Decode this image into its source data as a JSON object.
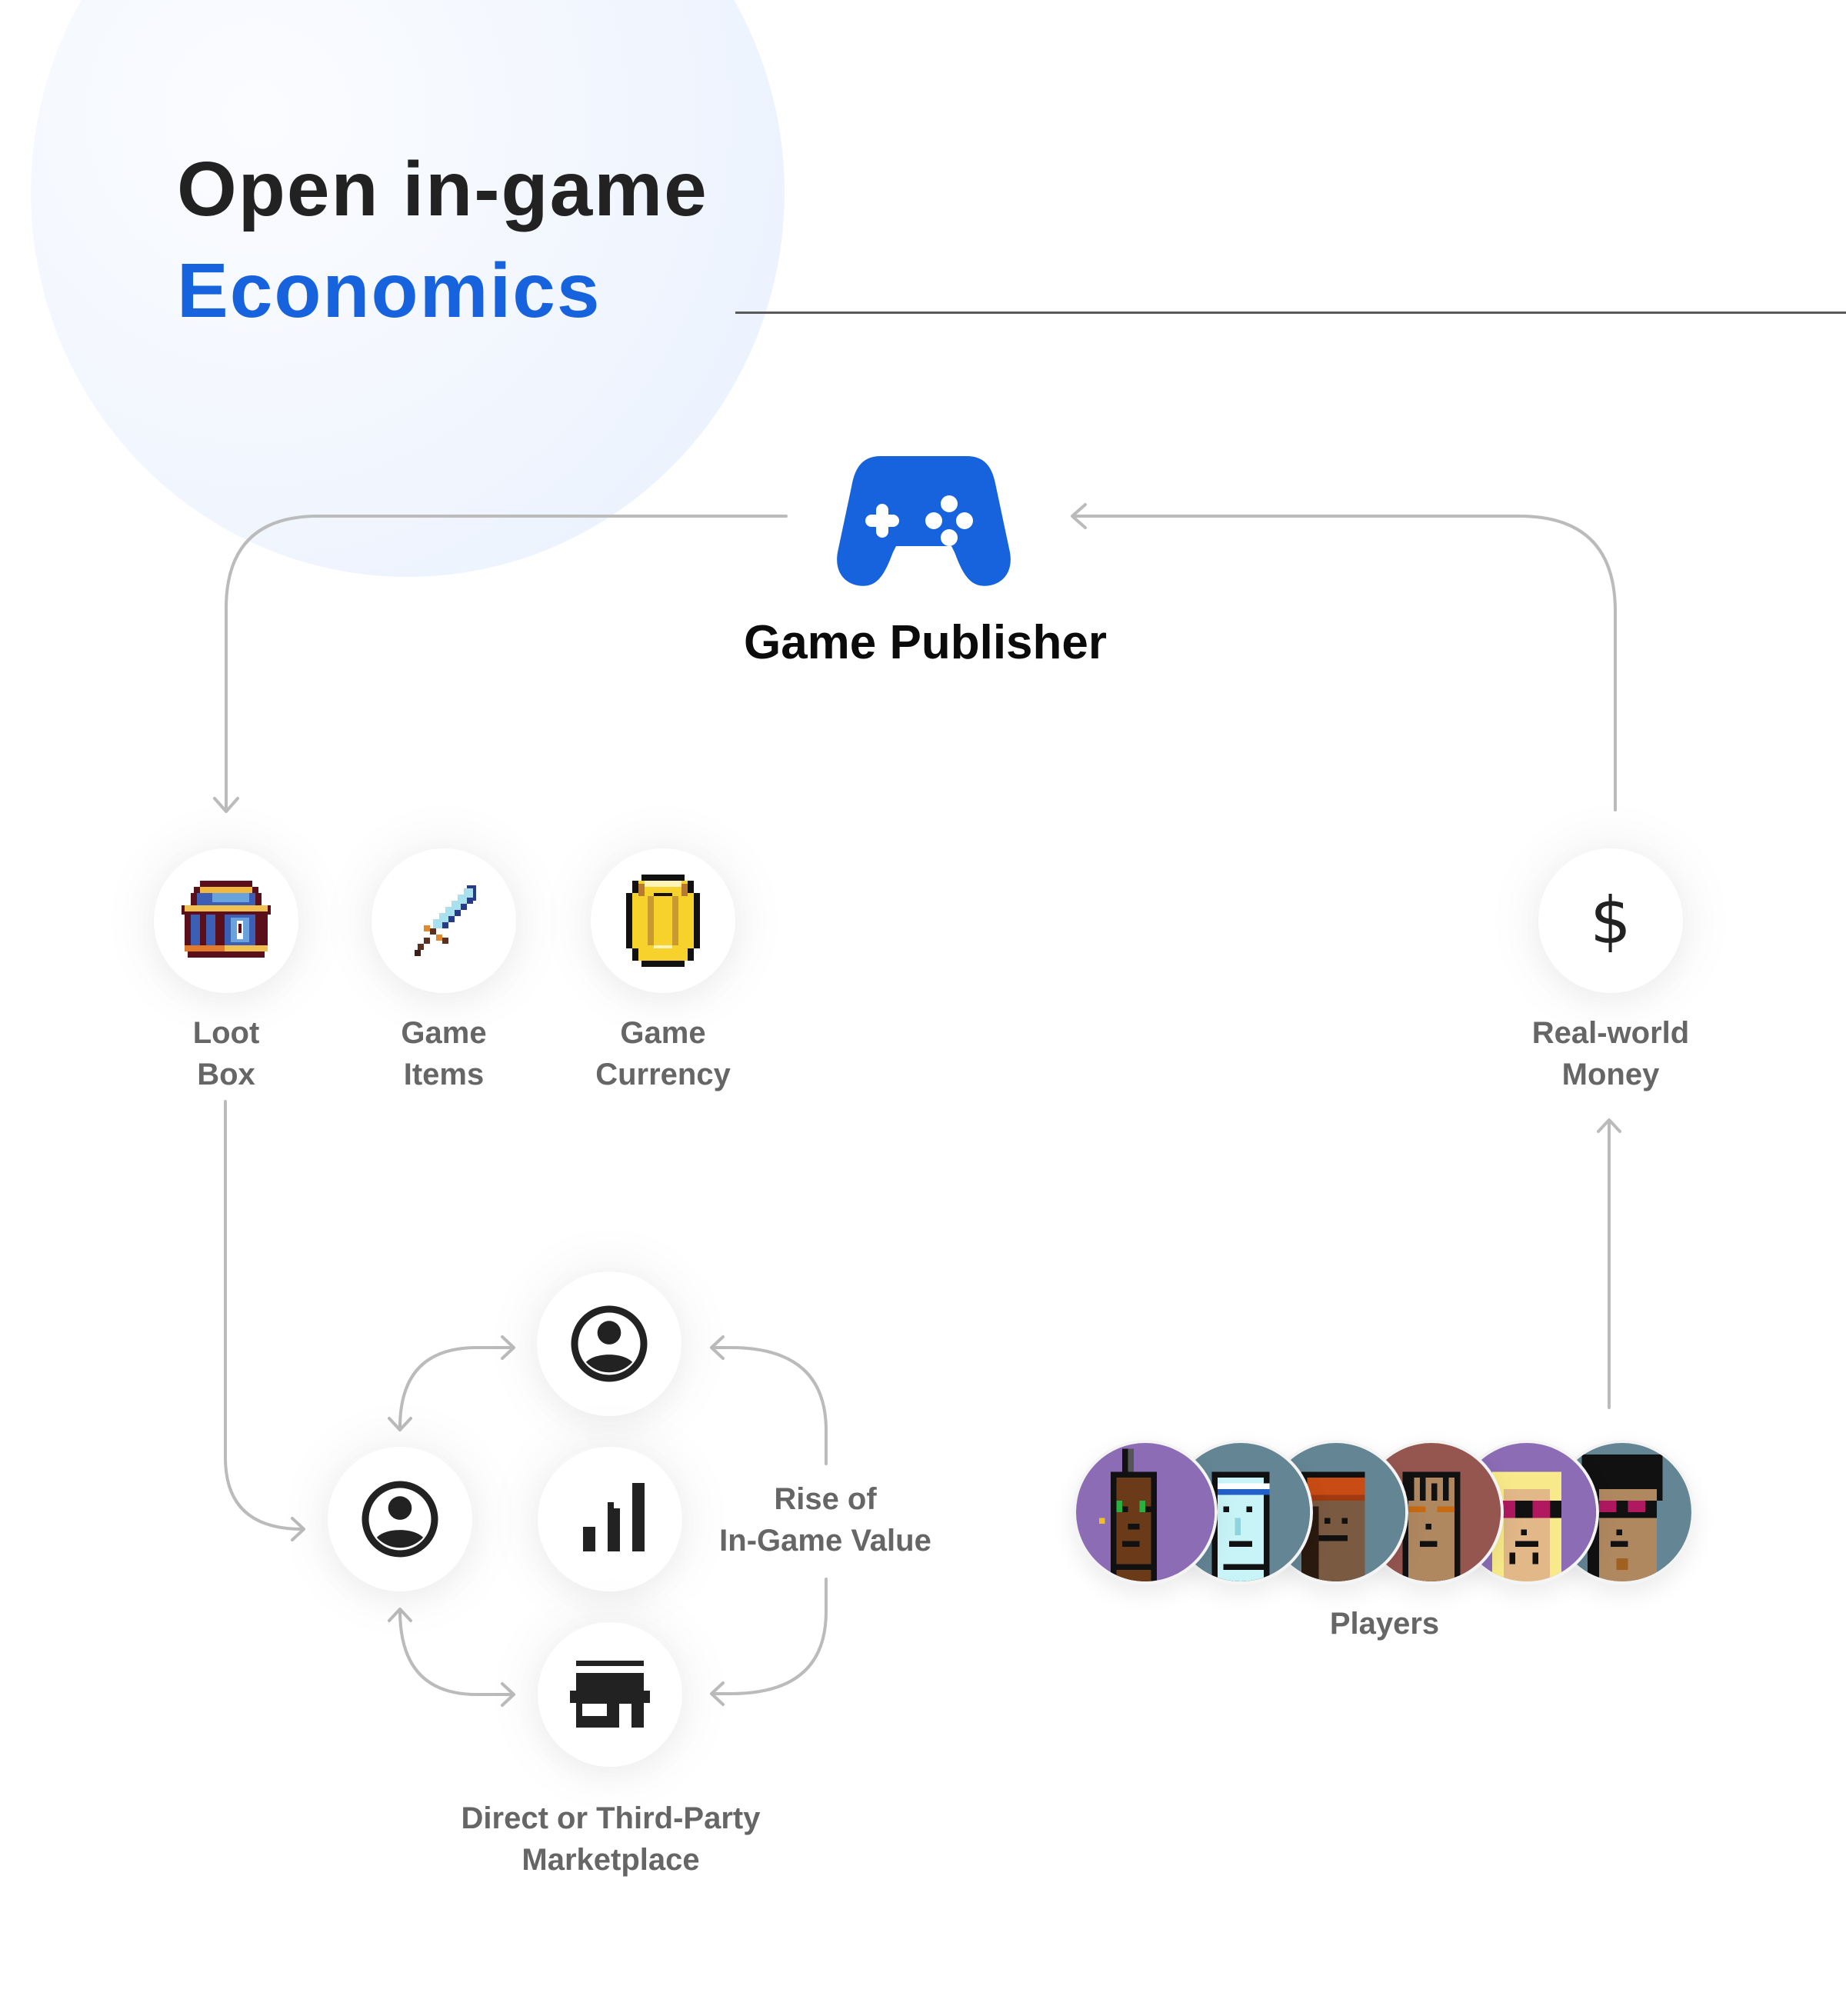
{
  "header": {
    "title_line1": "Open in-game",
    "title_line2": "Economics",
    "accent_color": "#1762dd"
  },
  "publisher": {
    "icon": "gamepad-icon",
    "label": "Game Publisher",
    "color": "#1762dd"
  },
  "assets": [
    {
      "icon": "treasure-chest-icon",
      "line1": "Loot",
      "line2": "Box"
    },
    {
      "icon": "sword-icon",
      "line1": "Game",
      "line2": "Items"
    },
    {
      "icon": "gold-coin-icon",
      "line1": "Game",
      "line2": "Currency"
    }
  ],
  "money": {
    "icon": "dollar-icon",
    "glyph": "$",
    "line1": "Real-world",
    "line2": "Money"
  },
  "trade_loop": {
    "nodes": [
      {
        "icon": "user-circle-icon",
        "role": "player-a"
      },
      {
        "icon": "user-circle-icon",
        "role": "player-b"
      },
      {
        "icon": "bar-chart-icon",
        "role": "value"
      },
      {
        "icon": "storefront-icon",
        "role": "marketplace"
      }
    ],
    "value_label_line1": "Rise of",
    "value_label_line2": "In-Game Value",
    "market_label_line1": "Direct or Third-Party",
    "market_label_line2": "Marketplace"
  },
  "players": {
    "label": "Players",
    "avatars": [
      {
        "bg": "#8b6cb5"
      },
      {
        "bg": "#638594"
      },
      {
        "bg": "#638594"
      },
      {
        "bg": "#955650"
      },
      {
        "bg": "#8b6cb5"
      },
      {
        "bg": "#638594"
      }
    ]
  },
  "colors": {
    "connector": "#bbbbbb",
    "label": "#666666",
    "icon_dark": "#222222"
  }
}
